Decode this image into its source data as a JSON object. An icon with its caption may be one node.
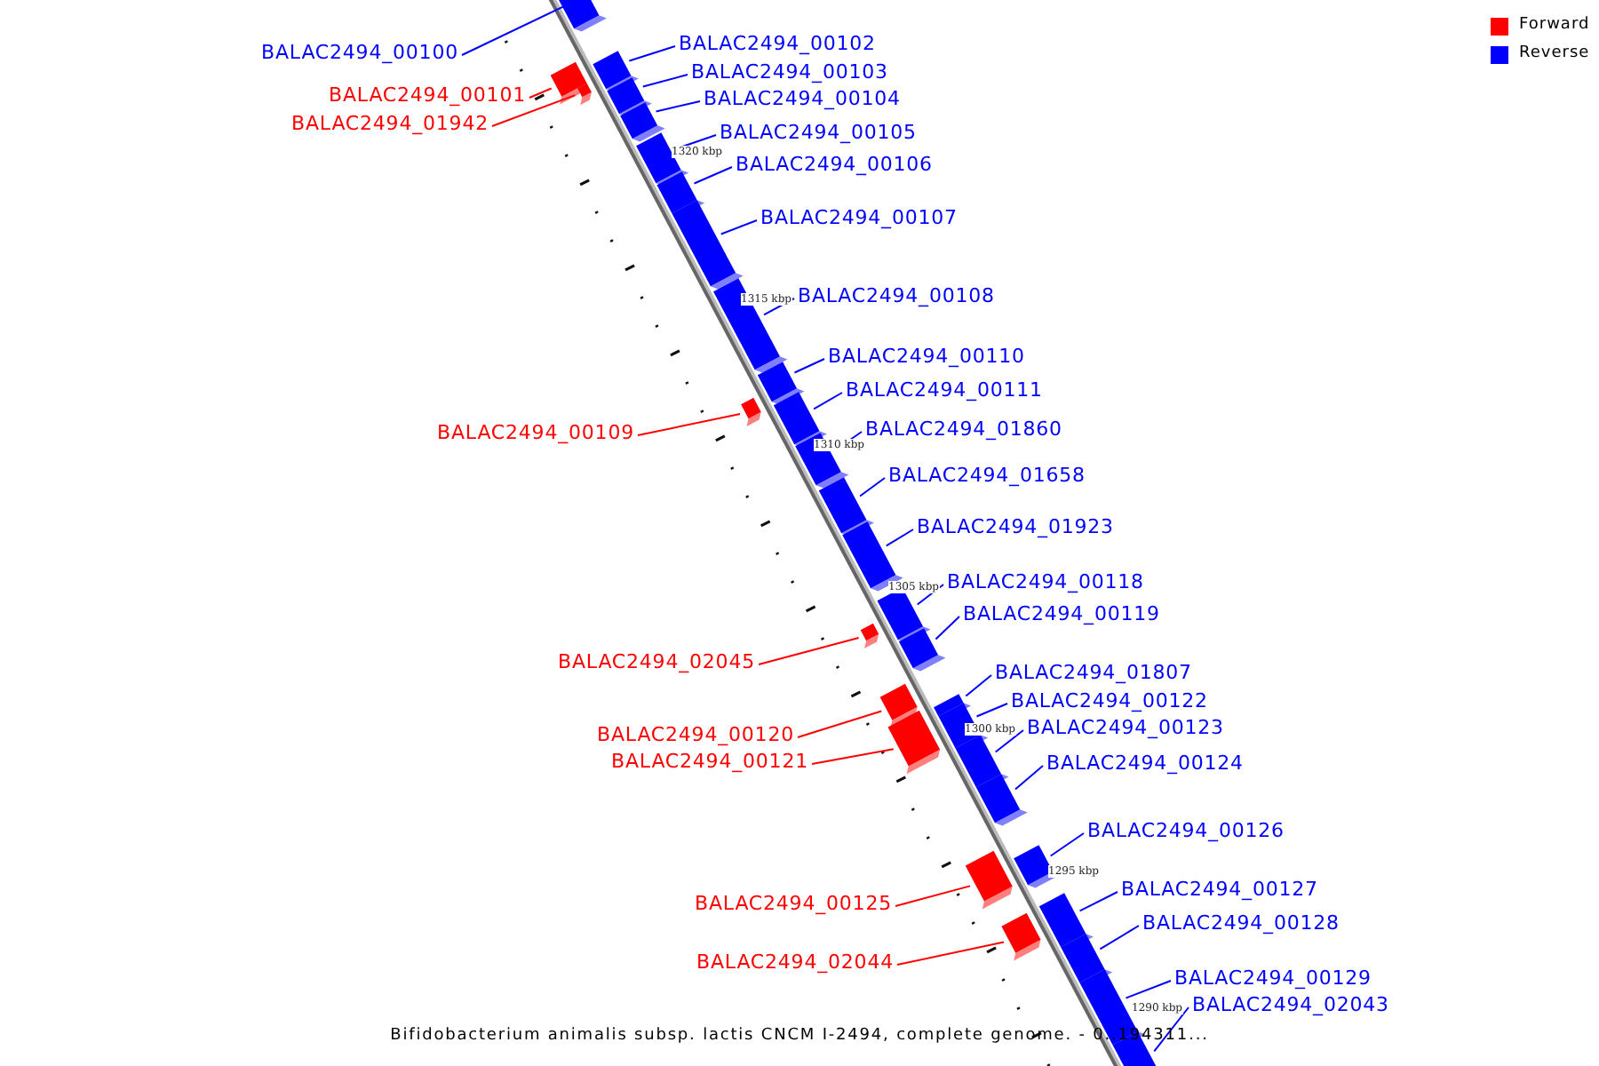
{
  "diagram": {
    "caption": "Bifidobacterium animalis subsp. lactis CNCM I-2494, complete genome. - 0..194311...",
    "nodes": [
      {
        "text": [
          "BALAC2494_00102"
        ]
      },
      {
        "text": [
          "BALAC2494_00100"
        ]
      },
      {
        "text": [
          "BALAC2494_00103"
        ]
      },
      {
        "text": [
          "BALAC2494_00101"
        ]
      },
      {
        "text": [
          "BALAC2494_00104"
        ]
      },
      {
        "text": [
          "BALAC2494_01942"
        ]
      },
      {
        "text": [
          "BALAC2494_00105"
        ]
      },
      {
        "text": [
          "BALAC2494_00106"
        ]
      },
      {
        "text": [
          "BALAC2494_00107"
        ]
      },
      {
        "text": [
          "BALAC2494_00108"
        ]
      },
      {
        "text": [
          "BALAC2494_00110"
        ]
      },
      {
        "text": [
          "BALAC2494_00111"
        ]
      },
      {
        "text": [
          "BALAC2494_01860"
        ]
      },
      {
        "text": [
          "BALAC2494_00109"
        ]
      },
      {
        "text": [
          "BALAC2494_01658"
        ]
      },
      {
        "text": [
          "BALAC2494_01923"
        ]
      },
      {
        "text": [
          "BALAC2494_00118"
        ]
      },
      {
        "text": [
          "BALAC2494_00119"
        ]
      },
      {
        "text": [
          "BALAC2494_02045"
        ]
      },
      {
        "text": [
          "BALAC2494_01807"
        ]
      },
      {
        "text": [
          "BALAC2494_00122"
        ]
      },
      {
        "text": [
          "BALAC2494_00123"
        ]
      },
      {
        "text": [
          "BALAC2494_00120"
        ]
      },
      {
        "text": [
          "BALAC2494_00121"
        ]
      },
      {
        "text": [
          "BALAC2494_00124"
        ]
      },
      {
        "text": [
          "BALAC2494_00126"
        ]
      },
      {
        "text": [
          "BALAC2494_00127"
        ]
      },
      {
        "text": [
          "BALAC2494_00125"
        ]
      },
      {
        "text": [
          "BALAC2494_00128"
        ]
      },
      {
        "text": [
          "BALAC2494_02044"
        ]
      },
      {
        "text": [
          "BALAC2494_00129"
        ]
      },
      {
        "text": [
          "BALAC2494_02043"
        ]
      },
      {
        "text": [],
        "shape": "bar"
      },
      {
        "text": [],
        "shape": "bar"
      },
      {
        "text": [],
        "shape": "bar"
      },
      {
        "text": [],
        "shape": "bar"
      },
      {
        "text": [],
        "shape": "bar"
      },
      {
        "text": [],
        "shape": "bar"
      },
      {
        "text": [],
        "shape": "bar"
      },
      {
        "text": [],
        "shape": "bar"
      },
      {
        "text": [],
        "shape": "bar"
      },
      {
        "text": [],
        "shape": "bar"
      },
      {
        "text": [],
        "shape": "bar"
      },
      {
        "text": [],
        "shape": "bar"
      },
      {
        "text": [],
        "shape": "bar"
      },
      {
        "text": [],
        "shape": "bar"
      },
      {
        "text": [],
        "shape": "bar"
      },
      {
        "text": [],
        "shape": "bar"
      },
      {
        "text": [],
        "shape": "bar"
      },
      {
        "text": [],
        "shape": "bar"
      },
      {
        "text": [],
        "shape": "bar"
      },
      {
        "text": [],
        "shape": "bar"
      },
      {
        "text": [],
        "shape": "bar"
      },
      {
        "text": [],
        "shape": "bar"
      },
      {
        "text": [],
        "shape": "bar"
      },
      {
        "text": [],
        "shape": "bar"
      },
      {
        "text": [],
        "shape": "bar"
      },
      {
        "text": [],
        "shape": "bar"
      },
      {
        "text": [],
        "shape": "bar"
      },
      {
        "text": [],
        "shape": "bar"
      },
      {
        "text": [],
        "shape": "bar"
      },
      {
        "text": [],
        "shape": "bar"
      },
      {
        "text": [],
        "shape": "bar"
      },
      {
        "text": [],
        "shape": "bar"
      }
    ],
    "edges": [
      {
        "from": 0,
        "to": 34,
        "arrow": "none"
      },
      {
        "from": 1,
        "to": 32,
        "arrow": "none"
      },
      {
        "from": 2,
        "to": 36,
        "arrow": "none"
      },
      {
        "from": 3,
        "to": 33,
        "arrow": "none",
        "color": "#ff0000"
      },
      {
        "from": 4,
        "to": 37,
        "arrow": "none"
      },
      {
        "from": 5,
        "to": 35,
        "arrow": "none",
        "color": "#ff0000"
      },
      {
        "from": 6,
        "to": 38,
        "arrow": "none"
      },
      {
        "from": 7,
        "to": 39,
        "arrow": "none"
      },
      {
        "from": 8,
        "to": 40,
        "arrow": "none"
      },
      {
        "from": 9,
        "to": 41,
        "arrow": "none"
      },
      {
        "from": 10,
        "to": 42,
        "arrow": "none"
      },
      {
        "from": 11,
        "to": 44,
        "arrow": "none"
      },
      {
        "from": 12,
        "to": 45,
        "arrow": "none"
      },
      {
        "from": 13,
        "to": 43,
        "arrow": "none",
        "color": "#ff0000"
      },
      {
        "from": 14,
        "to": 46,
        "arrow": "none"
      },
      {
        "from": 15,
        "to": 47,
        "arrow": "none"
      },
      {
        "from": 16,
        "to": 48,
        "arrow": "none"
      },
      {
        "from": 17,
        "to": 50,
        "arrow": "none"
      },
      {
        "from": 18,
        "to": 49,
        "arrow": "none",
        "color": "#ff0000"
      },
      {
        "from": 19,
        "to": 53,
        "arrow": "none"
      },
      {
        "from": 20,
        "to": 54,
        "arrow": "none"
      },
      {
        "from": 21,
        "to": 55,
        "arrow": "none"
      },
      {
        "from": 22,
        "to": 51,
        "arrow": "none",
        "color": "#ff0000"
      },
      {
        "from": 23,
        "to": 52,
        "arrow": "none",
        "color": "#ff0000"
      },
      {
        "from": 24,
        "to": 56,
        "arrow": "none"
      },
      {
        "from": 25,
        "to": 58,
        "arrow": "none"
      },
      {
        "from": 26,
        "to": 60,
        "arrow": "none"
      },
      {
        "from": 27,
        "to": 57,
        "arrow": "none",
        "color": "#ff0000"
      },
      {
        "from": 28,
        "to": 61,
        "arrow": "none"
      },
      {
        "from": 29,
        "to": 59,
        "arrow": "none",
        "color": "#ff0000"
      },
      {
        "from": 30,
        "to": 62,
        "arrow": "none"
      },
      {
        "from": 31,
        "to": 63,
        "arrow": "none"
      }
    ],
    "labels": [
      "1320 kbp",
      "1315 kbp",
      "1310 kbp",
      "1305 kbp",
      "1300 kbp",
      "1295 kbp",
      "1290 kbp"
    ],
    "legend": [
      {
        "text": "Forward",
        "color": "#ff0000"
      },
      {
        "text": "Reverse",
        "color": "#0000ff"
      }
    ]
  }
}
